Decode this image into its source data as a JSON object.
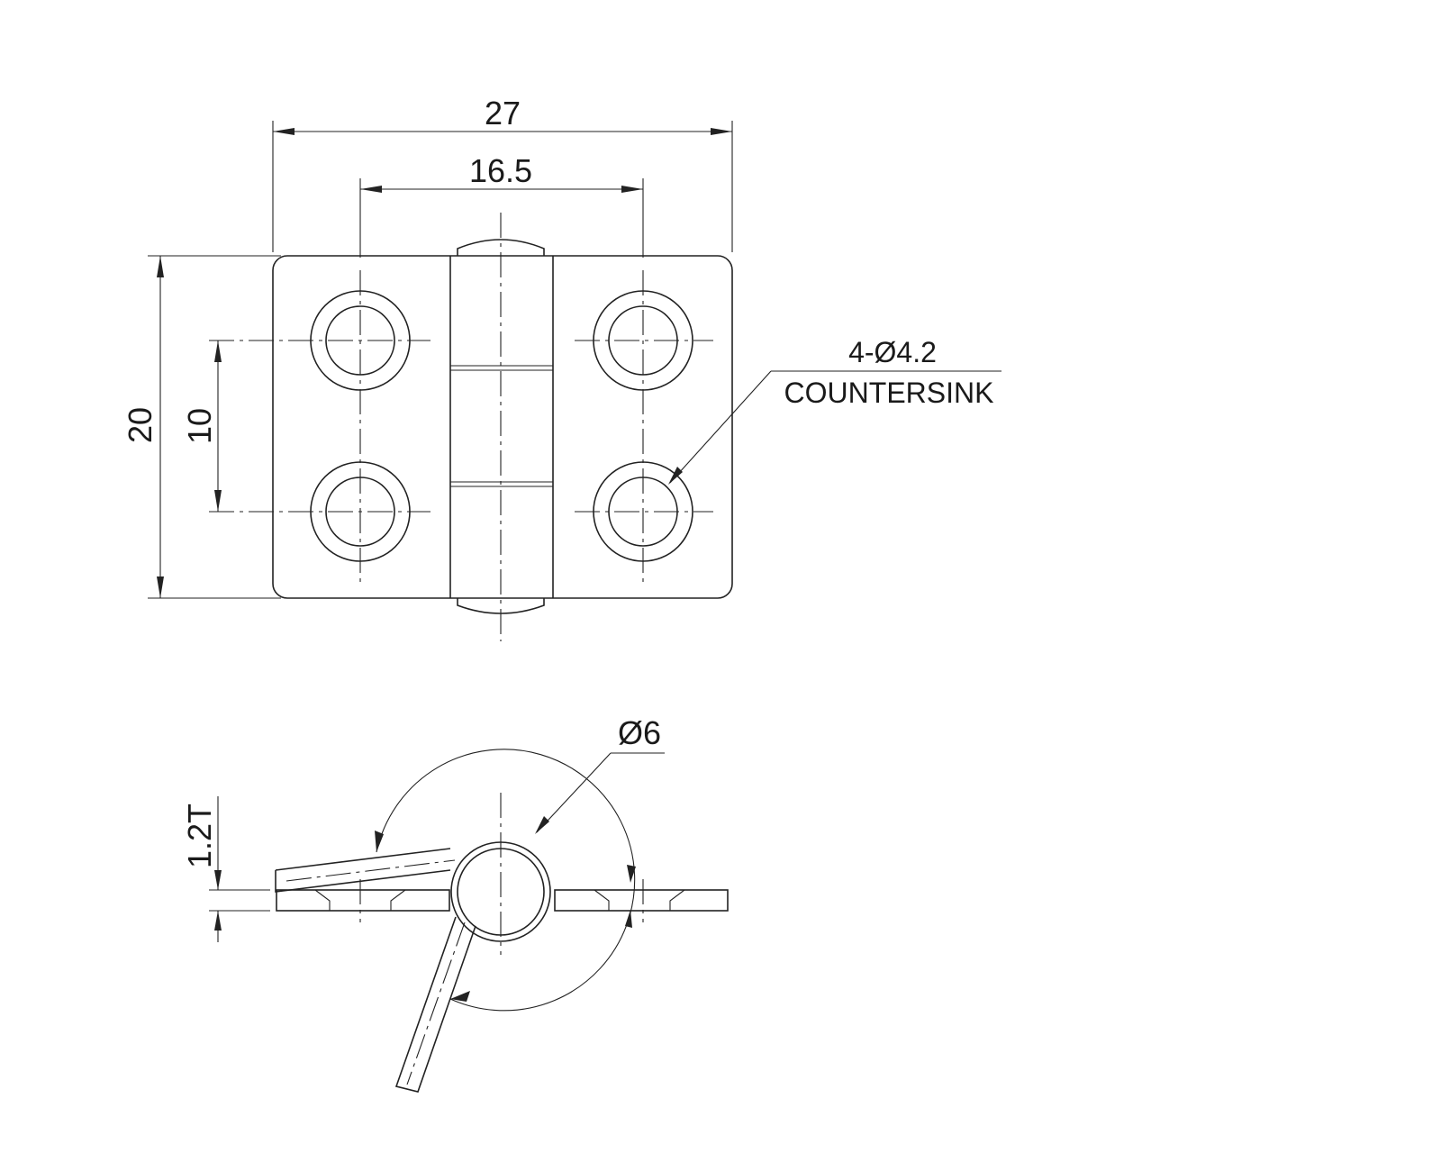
{
  "title": "",
  "front_view": {
    "dim_overall_width": "27",
    "dim_hole_spacing_x": "16.5",
    "dim_overall_height": "20",
    "dim_hole_spacing_y": "10",
    "hole_note_count_dia": "4-Ø4.2",
    "hole_note_type": "COUNTERSINK"
  },
  "side_view": {
    "dim_knuckle_dia": "Ø6",
    "dim_thickness": "1.2T"
  },
  "colors": {
    "line": "#222222",
    "background": "#ffffff"
  }
}
